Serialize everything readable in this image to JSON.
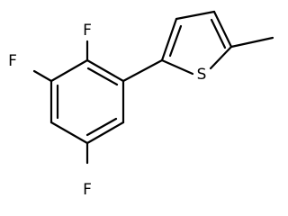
{
  "molecule": {
    "atoms": {
      "f_top": "F",
      "f_left": "F",
      "f_bottom": "F",
      "sulfur": "S"
    }
  }
}
